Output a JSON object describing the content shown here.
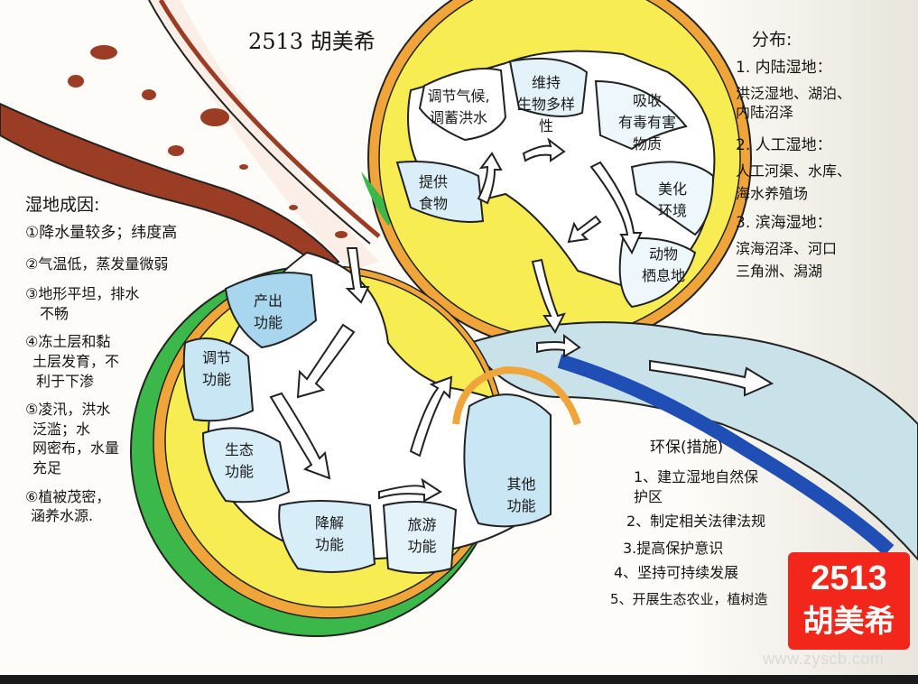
{
  "title": "2513 胡美希",
  "left_panel": {
    "heading": "湿地成因:",
    "items": [
      "①降水量较多；纬度高",
      "②气温低，蒸发量微弱",
      "③地形平坦，排水",
      "不畅",
      "④冻土层和黏",
      "土层发育，不",
      "利于下渗",
      "⑤凌汛，洪水",
      "泛滥；水",
      "网密布，水量",
      "充足",
      "⑥植被茂密，",
      "涵养水源."
    ]
  },
  "right_panel": {
    "heading": "分布:",
    "items": [
      "1. 内陆湿地：",
      "  洪泛湿地、湖泊、",
      "    内陆沼泽",
      "2. 人工湿地：",
      "  人工河渠、水库、",
      "  海水养殖场",
      "3. 滨海湿地：",
      "  滨海沼泽、河口",
      "三角洲、潟湖"
    ]
  },
  "measures_panel": {
    "heading": "环保(措施)",
    "items": [
      "1、建立湿地自然保",
      "   护区",
      "2、制定相关法律法规",
      "3.提高保护意识",
      "4、坚持可持续发展",
      "5、开展生态农业，植树造"
    ]
  },
  "top_circle": {
    "segments": [
      {
        "line1": "调节气候,",
        "line2": "调蓄洪水"
      },
      {
        "line1": "维持",
        "line2": "生物多样",
        "line3": "性"
      },
      {
        "line1": "吸收",
        "line2": "有毒有害",
        "line3": "物质"
      },
      {
        "line1": "美化",
        "line2": "环境"
      },
      {
        "line1": "动物",
        "line2": "栖息地"
      },
      {
        "line1": "提供",
        "line2": "食物"
      }
    ]
  },
  "bottom_circle": {
    "segments": [
      {
        "line1": "产出",
        "line2": "功能"
      },
      {
        "line1": "调节",
        "line2": "功能"
      },
      {
        "line1": "生态",
        "line2": "功能"
      },
      {
        "line1": "降解",
        "line2": "功能"
      },
      {
        "line1": "旅游",
        "line2": "功能"
      },
      {
        "line1": "其他",
        "line2": "功能"
      }
    ]
  },
  "badge": {
    "number": "2513",
    "name": "胡美希"
  },
  "watermark": "www.zyscb.com",
  "colors": {
    "yellow": "#f7ec52",
    "orange": "#f0a53a",
    "green": "#3cb84a",
    "light_blue": "#c9e6f2",
    "river_blue": "#1f4fb5",
    "brown": "#9b3d25",
    "badge_red": "#f3261b"
  }
}
